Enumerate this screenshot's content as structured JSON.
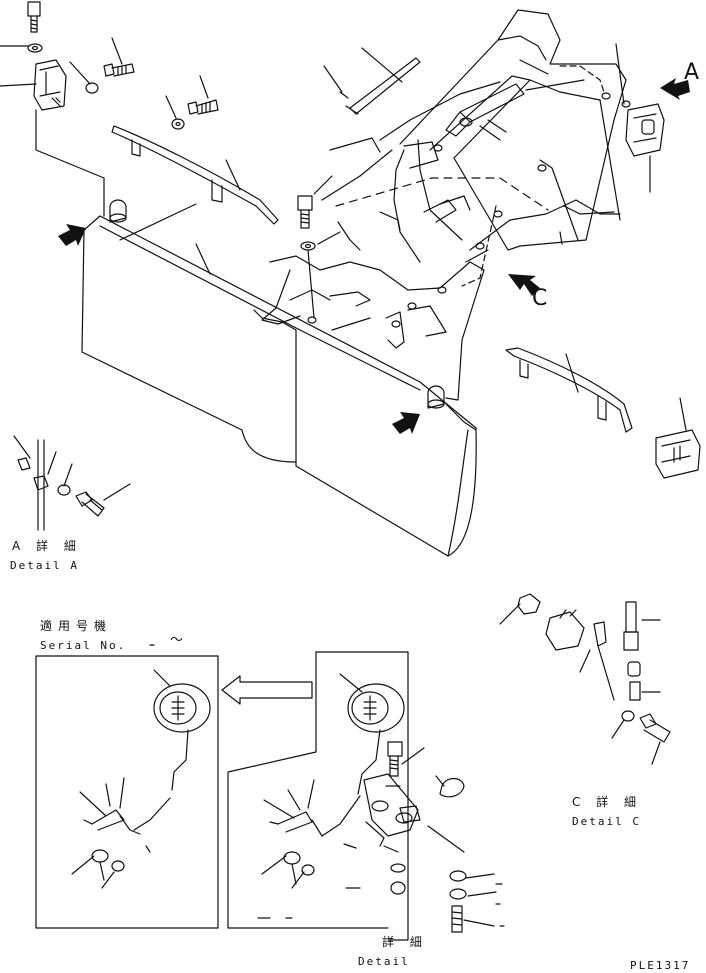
{
  "callouts": {
    "a": "A",
    "c": "C"
  },
  "detail_a": {
    "jp": "A 詳 細",
    "en": "Detail A"
  },
  "detail_c": {
    "jp": "C 詳 細",
    "en": "Detail C"
  },
  "serial_block": {
    "jp": "適用号機",
    "en": "Serial No.",
    "range": "～"
  },
  "detail_bottom": {
    "jp": "詳 細",
    "en": "Detail"
  },
  "drawing_code": "PLE1317"
}
